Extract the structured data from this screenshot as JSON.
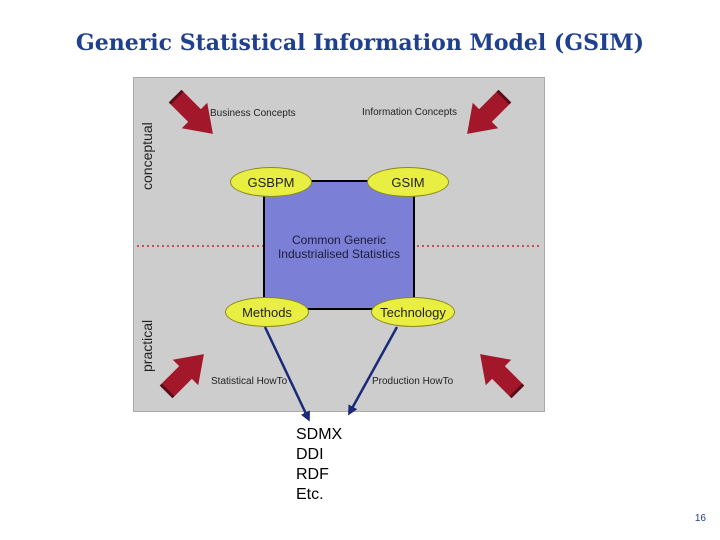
{
  "title": "Generic Statistical Information Model (GSIM)",
  "quadrant_labels": {
    "top_left": "Business Concepts",
    "top_right": "Information Concepts",
    "bottom_left": "Statistical HowTo",
    "bottom_right": "Production HowTo"
  },
  "axis_labels": {
    "top": "conceptual",
    "bottom": "practical"
  },
  "center_box": {
    "line1": "Common Generic",
    "line2": "Industrialised Statistics"
  },
  "nodes": {
    "gsbpm": "GSBPM",
    "gsim": "GSIM",
    "methods": "Methods",
    "technology": "Technology"
  },
  "standards": [
    "SDMX",
    "DDI",
    "RDF",
    "Etc."
  ],
  "page_number": "16",
  "colors": {
    "title": "#1f3f8f",
    "panel": "#cdcdcd",
    "box": "#7b7fd6",
    "node": "#e8ee42",
    "arrow_red": "#a3172b",
    "arrow_blue": "#1a2a78",
    "divider": "#c22a2a"
  }
}
